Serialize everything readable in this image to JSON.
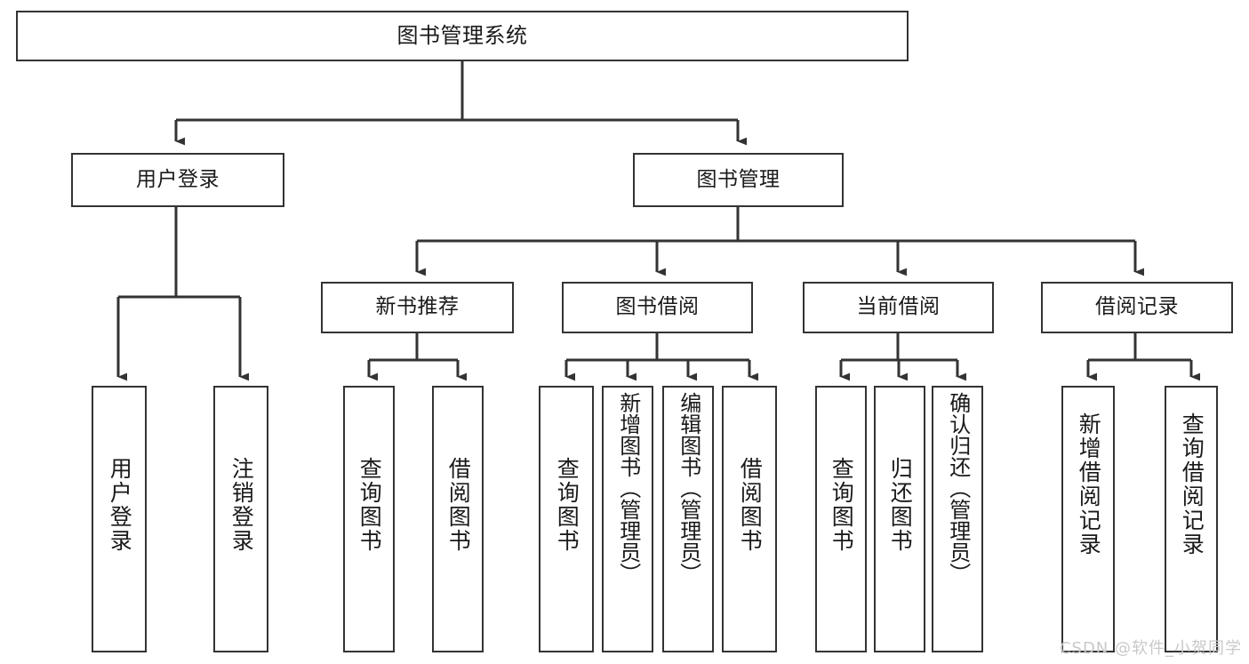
{
  "diagram": {
    "title": "图书管理系统",
    "type": "tree-hierarchy-chart",
    "line_color": "#333333",
    "box_fill": "#ffffff",
    "text_color": "#1a1a1a",
    "watermark": "CSDN @软件_小贺同学",
    "nodes": {
      "root": {
        "label": "图书管理系统"
      },
      "level2": [
        {
          "id": "user-login",
          "label": "用户登录"
        },
        {
          "id": "book-manage",
          "label": "图书管理"
        }
      ],
      "level3": [
        {
          "id": "new-book-recommend",
          "label": "新书推荐"
        },
        {
          "id": "book-borrow",
          "label": "图书借阅"
        },
        {
          "id": "current-borrow",
          "label": "当前借阅"
        },
        {
          "id": "borrow-record",
          "label": "借阅记录"
        }
      ],
      "leaves": {
        "user_login": [
          {
            "id": "leaf-user-login",
            "label": "用户登录"
          },
          {
            "id": "leaf-logout-login",
            "label": "注销登录"
          }
        ],
        "new_book_recommend": [
          {
            "id": "leaf-query-book-1",
            "label": "查询图书"
          },
          {
            "id": "leaf-borrow-book-1",
            "label": "借阅图书"
          }
        ],
        "book_borrow": [
          {
            "id": "leaf-query-book-2",
            "label": "查询图书"
          },
          {
            "id": "leaf-add-book-admin",
            "label": "新增图书（管理员）"
          },
          {
            "id": "leaf-edit-book-admin",
            "label": "编辑图书（管理员）"
          },
          {
            "id": "leaf-borrow-book-2",
            "label": "借阅图书"
          }
        ],
        "current_borrow": [
          {
            "id": "leaf-query-book-3",
            "label": "查询图书"
          },
          {
            "id": "leaf-return-book",
            "label": "归还图书"
          },
          {
            "id": "leaf-confirm-return-admin",
            "label": "确认归还（管理员）"
          }
        ],
        "borrow_record": [
          {
            "id": "leaf-add-borrow-record",
            "label": "新增借阅记录"
          },
          {
            "id": "leaf-query-borrow-record",
            "label": "查询借阅记录"
          }
        ]
      }
    }
  }
}
